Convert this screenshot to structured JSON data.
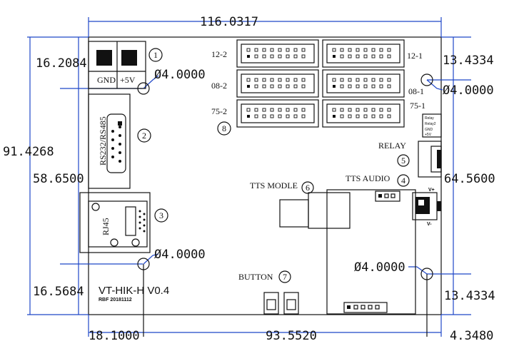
{
  "dims": {
    "width_total": "116.0317",
    "height_total": "91.4268",
    "left_top": "16.2084",
    "left_mid": "58.6500",
    "left_bot": "16.5684",
    "right_top": "13.4334",
    "right_mid": "64.5600",
    "right_bot": "13.4334",
    "bot_left": "18.1000",
    "bot_mid": "93.5520",
    "bot_right": "4.3480",
    "hole_tl": "Ø4.0000",
    "hole_tr": "Ø4.0000",
    "hole_bl": "Ø4.0000",
    "hole_br": "Ø4.0000"
  },
  "labels": {
    "gnd": "GND",
    "plus5v": "+5V",
    "rs": "RS232/RS485",
    "rj45": "RJ45",
    "h12_2": "12-2",
    "h08_2": "08-2",
    "h75_2": "75-2",
    "h12_1": "12-1",
    "h08_1": "08-1",
    "h75_1": "75-1",
    "relay": "RELAY",
    "tts_module": "TTS MODLE",
    "tts_audio": "TTS AUDIO",
    "button": "BUTTON",
    "version": "VT-HIK-H  V0.4",
    "build": "RBF 20181112",
    "relay1": "Relay",
    "relay2": "Relay2",
    "gnd_s": "GND",
    "p5v_s": "+5V",
    "vplus": "V+",
    "vminus": "V-"
  },
  "markers": {
    "m1": "1",
    "m2": "2",
    "m3": "3",
    "m4": "4",
    "m5": "5",
    "m6": "6",
    "m7": "7",
    "m8": "8"
  }
}
